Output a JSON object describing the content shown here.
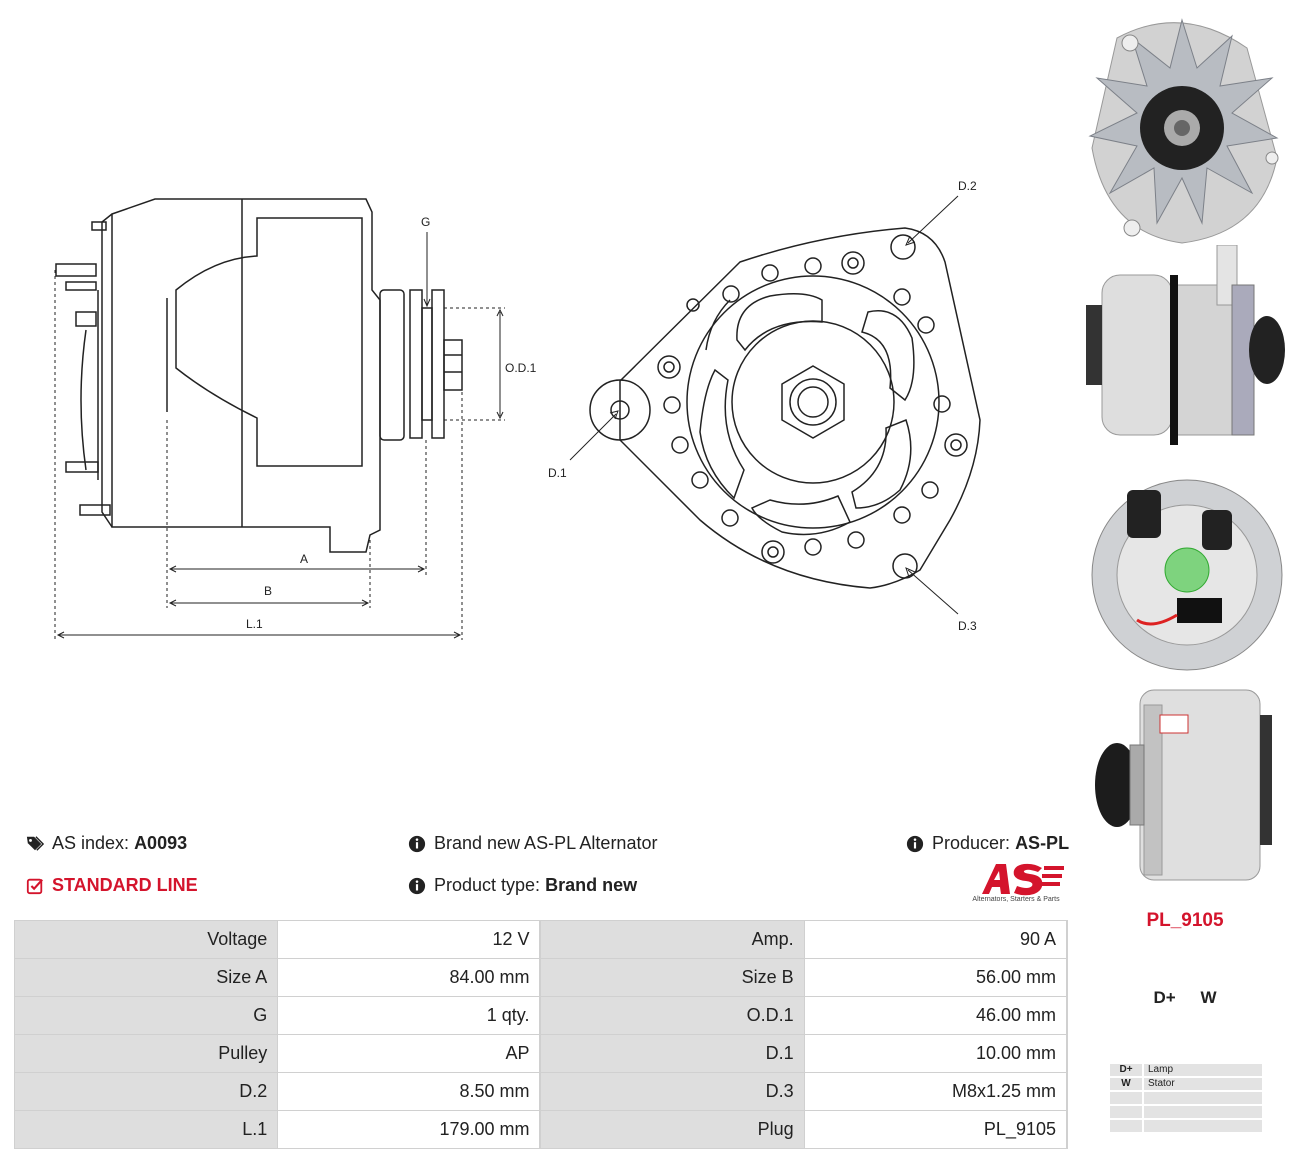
{
  "drawing_labels": {
    "g": "G",
    "od1": "O.D.1",
    "a": "A",
    "b": "B",
    "l1": "L.1",
    "d1": "D.1",
    "d2": "D.2",
    "d3": "D.3"
  },
  "info": {
    "as_index_label": "AS index:",
    "as_index_value": "A0093",
    "standard_line": "STANDARD LINE",
    "brand_new_text": "Brand new AS-PL Alternator",
    "product_type_label": "Product type:",
    "product_type_value": "Brand new",
    "producer_label": "Producer:",
    "producer_value": "AS-PL"
  },
  "logo": {
    "tagline": "Alternators, Starters & Parts",
    "brand_color": "#d4142c"
  },
  "plug": {
    "title": "PL_9105",
    "terminals": [
      "D+",
      "W"
    ],
    "table": [
      {
        "key": "D+",
        "desc": "Lamp"
      },
      {
        "key": "W",
        "desc": "Stator"
      },
      {
        "key": "",
        "desc": ""
      },
      {
        "key": "",
        "desc": ""
      },
      {
        "key": "",
        "desc": ""
      }
    ]
  },
  "specs": [
    {
      "l1": "Voltage",
      "v1": "12 V",
      "l2": "Amp.",
      "v2": "90 A"
    },
    {
      "l1": "Size A",
      "v1": "84.00 mm",
      "l2": "Size B",
      "v2": "56.00 mm"
    },
    {
      "l1": "G",
      "v1": "1 qty.",
      "l2": "O.D.1",
      "v2": "46.00 mm"
    },
    {
      "l1": "Pulley",
      "v1": "AP",
      "l2": "D.1",
      "v2": "10.00 mm"
    },
    {
      "l1": "D.2",
      "v1": "8.50 mm",
      "l2": "D.3",
      "v2": "M8x1.25 mm"
    },
    {
      "l1": "L.1",
      "v1": "179.00 mm",
      "l2": "Plug",
      "v2": "PL_9105"
    }
  ],
  "icons": [
    "tags-icon",
    "check-square-icon",
    "info-circle-icon"
  ]
}
